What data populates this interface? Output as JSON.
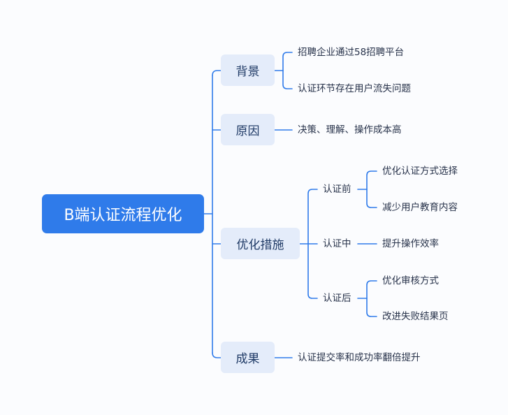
{
  "root": {
    "label": "B端认证流程优化"
  },
  "branches": {
    "background": {
      "label": "背景",
      "items": [
        "招聘企业通过58招聘平台",
        "认证环节存在用户流失问题"
      ]
    },
    "reason": {
      "label": "原因",
      "items": [
        "决策、理解、操作成本高"
      ]
    },
    "measures": {
      "label": "优化措施",
      "groups": [
        {
          "label": "认证前",
          "items": [
            "优化认证方式选择",
            "减少用户教育内容"
          ]
        },
        {
          "label": "认证中",
          "items": [
            "提升操作效率"
          ]
        },
        {
          "label": "认证后",
          "items": [
            "优化审核方式",
            "改进失败结果页"
          ]
        }
      ]
    },
    "result": {
      "label": "成果",
      "items": [
        "认证提交率和成功率翻倍提升"
      ]
    }
  },
  "colors": {
    "root": "#2f7bea",
    "node": "#e4ecfa",
    "line": "#2f7bea"
  }
}
